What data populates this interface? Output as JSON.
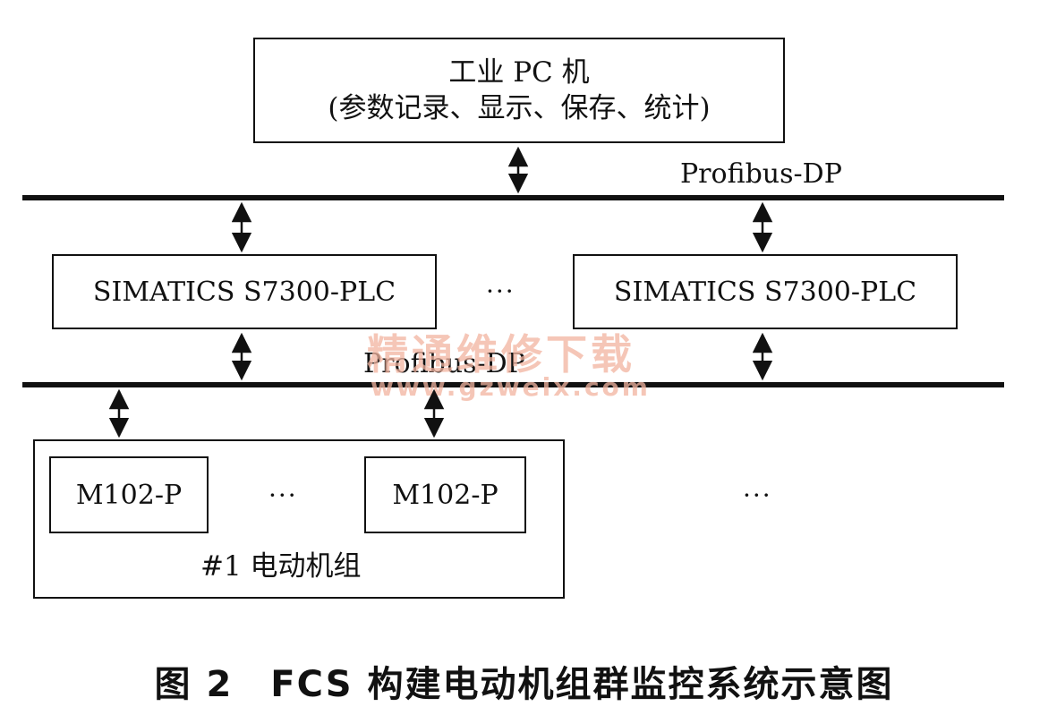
{
  "top_box": {
    "line1": "工业 PC 机",
    "line2": "(参数记录、显示、保存、统计)"
  },
  "bus_top_label": "Profibus-DP",
  "bus_bottom_label": "Profibus-DP",
  "plc_left": "SIMATICS S7300-PLC",
  "plc_right": "SIMATICS S7300-PLC",
  "plc_ellipsis": "···",
  "unit_group": {
    "label": "#1 电动机组",
    "module_left": "M102-P",
    "module_right": "M102-P",
    "module_ellipsis": "···"
  },
  "group_ellipsis": "···",
  "caption": "图 2　FCS 构建电动机组群监控系统示意图",
  "watermark": {
    "line1": "精通维修下载",
    "line2": "www.gzweix.com"
  }
}
